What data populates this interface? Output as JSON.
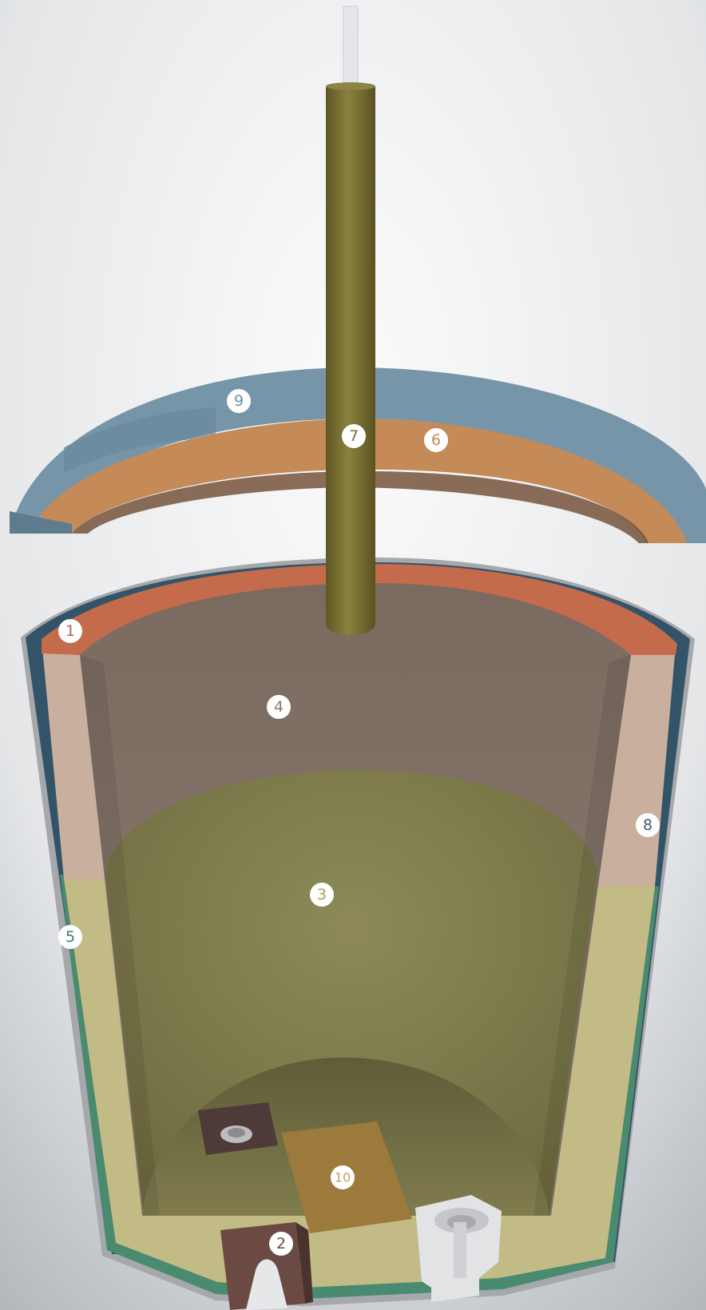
{
  "labels": [
    {
      "id": "1",
      "text": "1",
      "text_color": "#b8634a",
      "bg": "#ffffff"
    },
    {
      "id": "2",
      "text": "2",
      "text_color": "#6b4a3a",
      "bg": "#ffffff"
    },
    {
      "id": "3",
      "text": "3",
      "text_color": "#a9a05a",
      "bg": "#ffffff"
    },
    {
      "id": "4",
      "text": "4",
      "text_color": "#8a7a6a",
      "bg": "#ffffff"
    },
    {
      "id": "5",
      "text": "5",
      "text_color": "#3f7a66",
      "bg": "#ffffff"
    },
    {
      "id": "6",
      "text": "6",
      "text_color": "#c08b55",
      "bg": "#ffffff"
    },
    {
      "id": "7",
      "text": "7",
      "text_color": "#7a7030",
      "bg": "#ffffff"
    },
    {
      "id": "8",
      "text": "8",
      "text_color": "#3e5a6e",
      "bg": "#ffffff"
    },
    {
      "id": "9",
      "text": "9",
      "text_color": "#6e8fa4",
      "bg": "#ffffff"
    },
    {
      "id": "10",
      "text": "10",
      "text_color": "#c7a061",
      "bg": "#ffffff"
    }
  ],
  "colors": {
    "background_light": "#f6f7f8",
    "background_dark": "#b4b9be",
    "lid_top": "#7593a6",
    "lid_layer": "#c48a57",
    "electrode": "#7d7434",
    "refractory_brick": "#c36b4b",
    "wall_lining_upper": "#c9b09e",
    "wall_lining_lower": "#c2bb85",
    "green_layer": "#4a8a70",
    "blue_layer": "#335468",
    "steel_shell": "#a6a8ab",
    "interior_upper": "#847268",
    "interior_lower": "#8a8654",
    "bottom_block": "#9b7a3c",
    "tap_hole_brick": "#6b4a44",
    "nozzle": "#e2e3e5"
  }
}
